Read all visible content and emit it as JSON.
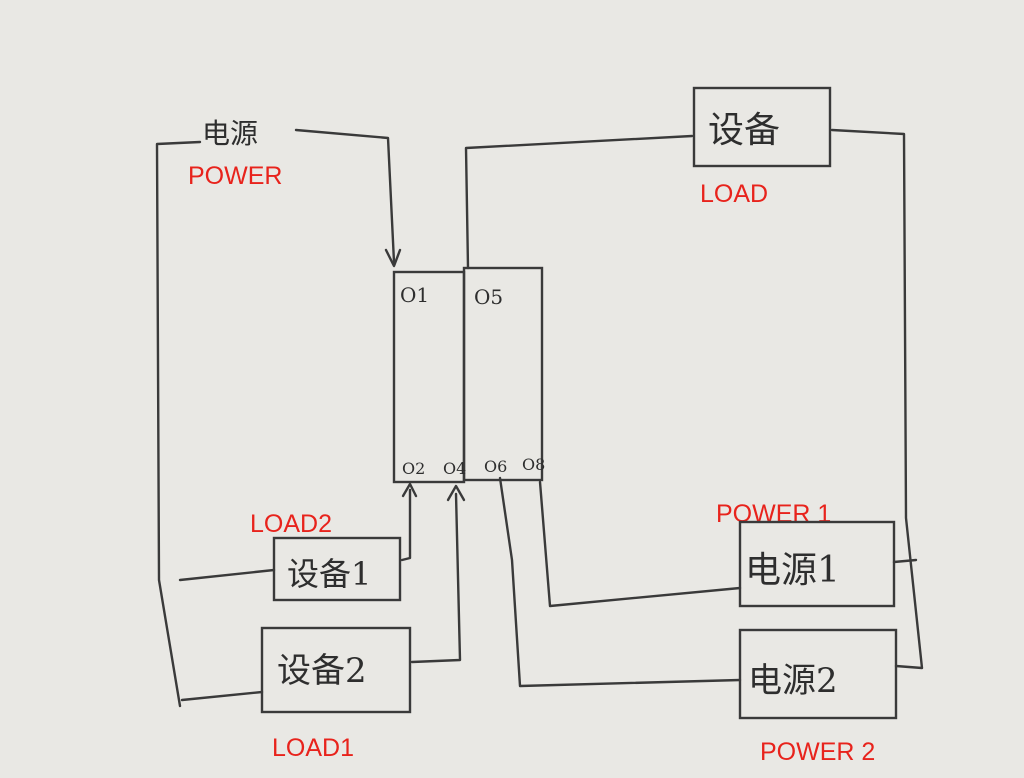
{
  "colors": {
    "paper": "#e9e8e4",
    "ink": "#3a3a3a",
    "label": "#e8231c"
  },
  "labels": {
    "power": "POWER",
    "load": "LOAD",
    "load2": "LOAD2",
    "load1": "LOAD1",
    "power1": "POWER 1",
    "power2": "POWER 2"
  },
  "handwriting": {
    "power_source": "电源",
    "device": "设备",
    "device1": "设备1",
    "device2": "设备2",
    "power_source1": "电源1",
    "power_source2": "电源2"
  },
  "ports": {
    "o1": "O1",
    "o2": "O2",
    "o4": "O4",
    "o5": "O5",
    "o6": "O6",
    "o8": "O8"
  }
}
